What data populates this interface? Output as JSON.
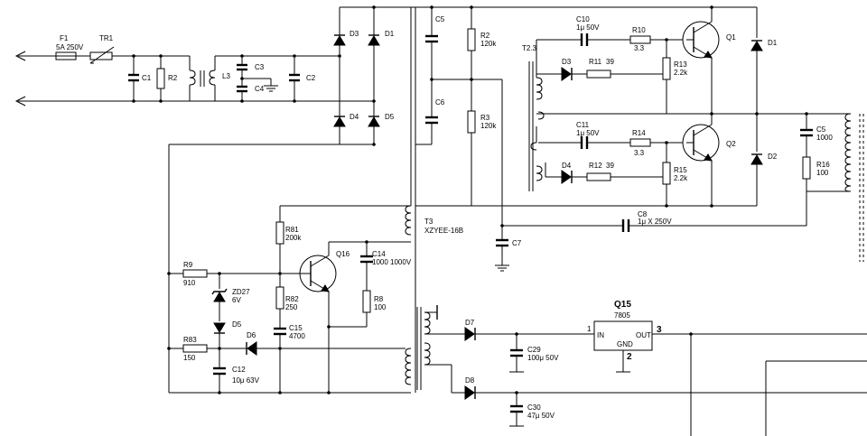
{
  "components": {
    "F1": {
      "ref": "F1",
      "value": "5A 250V"
    },
    "TR1": {
      "ref": "TR1"
    },
    "C1": {
      "ref": "C1"
    },
    "R2a": {
      "ref": "R2"
    },
    "L3": {
      "ref": "L3"
    },
    "C3": {
      "ref": "C3"
    },
    "C4": {
      "ref": "C4"
    },
    "C2": {
      "ref": "C2"
    },
    "D3a": {
      "ref": "D3"
    },
    "D1a": {
      "ref": "D1"
    },
    "D4a": {
      "ref": "D4"
    },
    "D5a": {
      "ref": "D5"
    },
    "C5a": {
      "ref": "C5"
    },
    "C6": {
      "ref": "C6"
    },
    "R2": {
      "ref": "R2",
      "value": "120k"
    },
    "R3": {
      "ref": "R3",
      "value": "120k"
    },
    "T2": {
      "ref": "T2.3"
    },
    "C10": {
      "ref": "C10",
      "value": "1μ 50V"
    },
    "R10": {
      "ref": "R10",
      "value": "3.3"
    },
    "D3b": {
      "ref": "D3"
    },
    "R11": {
      "ref": "R11",
      "value": "39"
    },
    "R13": {
      "ref": "R13",
      "value": "2.2k"
    },
    "Q1": {
      "ref": "Q1"
    },
    "D1b": {
      "ref": "D1"
    },
    "C11": {
      "ref": "C11",
      "value": "1μ 50V"
    },
    "R14": {
      "ref": "R14",
      "value": "3.3"
    },
    "D4b": {
      "ref": "D4"
    },
    "R12": {
      "ref": "R12",
      "value": "39"
    },
    "R15": {
      "ref": "R15",
      "value": "2.2k"
    },
    "Q2": {
      "ref": "Q2"
    },
    "D2": {
      "ref": "D2"
    },
    "C5b": {
      "ref": "C5",
      "value": "1000"
    },
    "R16": {
      "ref": "R16",
      "value": "100"
    },
    "C8": {
      "ref": "C8",
      "value": "1μ X 250V"
    },
    "C7": {
      "ref": "C7"
    },
    "T3": {
      "ref": "T3",
      "value": "XZYEE-16B"
    },
    "R81": {
      "ref": "R81",
      "value": "200k"
    },
    "Q16": {
      "ref": "Q16"
    },
    "C14": {
      "ref": "C14",
      "value": "1000 1000V"
    },
    "R9": {
      "ref": "R9",
      "value": "910"
    },
    "ZD27": {
      "ref": "ZD27",
      "value": "6V"
    },
    "D5b": {
      "ref": "D5"
    },
    "R82": {
      "ref": "R82",
      "value": "250"
    },
    "R8": {
      "ref": "R8",
      "value": "100"
    },
    "C15": {
      "ref": "C15",
      "value": "4700"
    },
    "R83": {
      "ref": "R83",
      "value": "150"
    },
    "D6": {
      "ref": "D6"
    },
    "C12": {
      "ref": "C12",
      "value": "10μ 63V"
    },
    "D7": {
      "ref": "D7"
    },
    "D8": {
      "ref": "D8"
    },
    "C29": {
      "ref": "C29",
      "value": "100μ 50V"
    },
    "C30": {
      "ref": "C30",
      "value": "47μ 50V"
    },
    "Q15": {
      "ref": "Q15",
      "value": "7805",
      "pin1": "1",
      "pin2": "2",
      "pin3": "3",
      "in": "IN",
      "gnd": "GND",
      "out": "OUT"
    }
  }
}
